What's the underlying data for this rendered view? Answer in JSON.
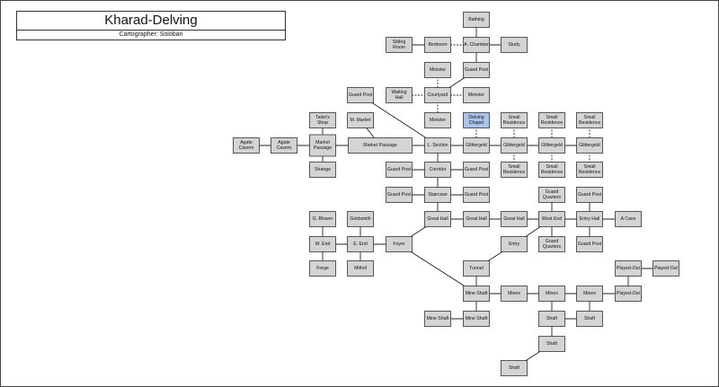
{
  "title": "Kharad-Delving",
  "subtitle": "Cartographer: Soloban",
  "colors": {
    "room": "#d4d4d4",
    "highlight": "#a8c4ec",
    "border": "#333333"
  },
  "nodes": [
    {
      "id": "bathing",
      "label": [
        "Bathing"
      ]
    },
    {
      "id": "sitting-room",
      "label": [
        "Sitting",
        "Room"
      ]
    },
    {
      "id": "bedroom",
      "label": [
        "Bedroom"
      ]
    },
    {
      "id": "a-chamber",
      "label": [
        "A. Chamber"
      ]
    },
    {
      "id": "study",
      "label": [
        "Study"
      ]
    },
    {
      "id": "minister-top",
      "label": [
        "Minister"
      ]
    },
    {
      "id": "guard-post-top",
      "label": [
        "Guard Post"
      ]
    },
    {
      "id": "guard-post-nw",
      "label": [
        "Guard Post"
      ]
    },
    {
      "id": "waiting-hall",
      "label": [
        "Waiting",
        "Hall"
      ]
    },
    {
      "id": "courtyard",
      "label": [
        "Courtyard"
      ]
    },
    {
      "id": "minister-right",
      "label": [
        "Minister"
      ]
    },
    {
      "id": "tailors-shop",
      "label": [
        "Tailor's",
        "Shop"
      ]
    },
    {
      "id": "m-market",
      "label": [
        "M. Market"
      ]
    },
    {
      "id": "minister-bottom",
      "label": [
        "Minister"
      ]
    },
    {
      "id": "delving-chapel",
      "label": [
        "Delving",
        "Chapel"
      ],
      "highlight": true
    },
    {
      "id": "small-res-1a",
      "label": [
        "Small",
        "Residence"
      ]
    },
    {
      "id": "small-res-2a",
      "label": [
        "Small",
        "Residence"
      ]
    },
    {
      "id": "small-res-3a",
      "label": [
        "Small",
        "Residence"
      ]
    },
    {
      "id": "agate-cavern-1",
      "label": [
        "Agate",
        "Cavern"
      ]
    },
    {
      "id": "agate-cavern-2",
      "label": [
        "Agate",
        "Cavern"
      ]
    },
    {
      "id": "market-passage-1",
      "label": [
        "Market",
        "Passage"
      ]
    },
    {
      "id": "market-passage-2",
      "label": [
        "Market Passage"
      ]
    },
    {
      "id": "l-section",
      "label": [
        "L. Section"
      ]
    },
    {
      "id": "glittergeld-1",
      "label": [
        "Glittergeld"
      ]
    },
    {
      "id": "glittergeld-2",
      "label": [
        "Glittergeld"
      ]
    },
    {
      "id": "glittergeld-3",
      "label": [
        "Glittergeld"
      ]
    },
    {
      "id": "glittergeld-4",
      "label": [
        "Glittergeld"
      ]
    },
    {
      "id": "strange",
      "label": [
        "Strange"
      ]
    },
    {
      "id": "guard-post-c1",
      "label": [
        "Guard Post"
      ]
    },
    {
      "id": "corridor",
      "label": [
        "Corridor"
      ]
    },
    {
      "id": "guard-post-c2",
      "label": [
        "Guard Post"
      ]
    },
    {
      "id": "small-res-1b",
      "label": [
        "Small",
        "Residence"
      ]
    },
    {
      "id": "small-res-2b",
      "label": [
        "Small",
        "Residence"
      ]
    },
    {
      "id": "small-res-3b",
      "label": [
        "Small",
        "Residence"
      ]
    },
    {
      "id": "guard-post-s1",
      "label": [
        "Guard Post"
      ]
    },
    {
      "id": "staircase",
      "label": [
        "Staircase"
      ]
    },
    {
      "id": "guard-post-s2",
      "label": [
        "Guard Post"
      ]
    },
    {
      "id": "guard-quarters-1",
      "label": [
        "Guard",
        "Quarters"
      ]
    },
    {
      "id": "guard-post-e1",
      "label": [
        "Guard Post"
      ]
    },
    {
      "id": "g-blower",
      "label": [
        "G. Blower"
      ]
    },
    {
      "id": "goldsmith",
      "label": [
        "Goldsmith"
      ]
    },
    {
      "id": "great-hall-1",
      "label": [
        "Great Hall"
      ]
    },
    {
      "id": "great-hall-2",
      "label": [
        "Great Hall"
      ]
    },
    {
      "id": "great-hall-3",
      "label": [
        "Great Hall"
      ]
    },
    {
      "id": "west-end",
      "label": [
        "West End"
      ]
    },
    {
      "id": "entry-hall",
      "label": [
        "Entry Hall"
      ]
    },
    {
      "id": "a-cave",
      "label": [
        "A Cave"
      ]
    },
    {
      "id": "w-end",
      "label": [
        "W. End"
      ]
    },
    {
      "id": "e-end",
      "label": [
        "E. End"
      ]
    },
    {
      "id": "foyer",
      "label": [
        "Foyer"
      ]
    },
    {
      "id": "entry",
      "label": [
        "Entry"
      ]
    },
    {
      "id": "guard-quarters-2",
      "label": [
        "Guard",
        "Quarters"
      ]
    },
    {
      "id": "guard-post-e2",
      "label": [
        "Guard Post"
      ]
    },
    {
      "id": "forge",
      "label": [
        "Forge"
      ]
    },
    {
      "id": "mithril",
      "label": [
        "Mithril"
      ]
    },
    {
      "id": "tunnel",
      "label": [
        "Tunnel"
      ]
    },
    {
      "id": "played-out-1",
      "label": [
        "Played-Out"
      ]
    },
    {
      "id": "played-out-2",
      "label": [
        "Played-Out"
      ]
    },
    {
      "id": "mine-shaft-1",
      "label": [
        "Mine Shaft"
      ]
    },
    {
      "id": "mines-1",
      "label": [
        "Mines"
      ]
    },
    {
      "id": "mines-2",
      "label": [
        "Mines"
      ]
    },
    {
      "id": "mines-3",
      "label": [
        "Mines"
      ]
    },
    {
      "id": "played-out-3",
      "label": [
        "Played-Out"
      ]
    },
    {
      "id": "mine-shaft-2",
      "label": [
        "Mine Shaft"
      ]
    },
    {
      "id": "mine-shaft-3",
      "label": [
        "Mine Shaft"
      ]
    },
    {
      "id": "shaft-1",
      "label": [
        "Shaft"
      ]
    },
    {
      "id": "shaft-2",
      "label": [
        "Shaft"
      ]
    },
    {
      "id": "shaft-3",
      "label": [
        "Shaft"
      ]
    },
    {
      "id": "shaft-4",
      "label": [
        "Shaft"
      ]
    }
  ],
  "edges": [
    {
      "from": "bathing",
      "to": "a-chamber"
    },
    {
      "from": "sitting-room",
      "to": "bedroom"
    },
    {
      "from": "bedroom",
      "to": "a-chamber",
      "style": "dashed"
    },
    {
      "from": "a-chamber",
      "to": "study"
    },
    {
      "from": "a-chamber",
      "to": "guard-post-top"
    },
    {
      "from": "minister-top",
      "to": "courtyard",
      "style": "dashed"
    },
    {
      "from": "guard-post-top",
      "to": "courtyard"
    },
    {
      "from": "waiting-hall",
      "to": "courtyard",
      "style": "dashed"
    },
    {
      "from": "courtyard",
      "to": "minister-right",
      "style": "dashed"
    },
    {
      "from": "courtyard",
      "to": "minister-bottom",
      "style": "dashed"
    },
    {
      "from": "guard-post-nw",
      "to": "l-section"
    },
    {
      "from": "delving-chapel",
      "to": "glittergeld-1",
      "style": "dashed"
    },
    {
      "from": "tailors-shop",
      "to": "market-passage-1"
    },
    {
      "from": "m-market",
      "to": "market-passage-2"
    },
    {
      "from": "agate-cavern-1",
      "to": "agate-cavern-2"
    },
    {
      "from": "agate-cavern-2",
      "to": "market-passage-1"
    },
    {
      "from": "market-passage-1",
      "to": "market-passage-2"
    },
    {
      "from": "market-passage-2",
      "to": "l-section"
    },
    {
      "from": "market-passage-1",
      "to": "strange"
    },
    {
      "from": "l-section",
      "to": "glittergeld-1"
    },
    {
      "from": "glittergeld-1",
      "to": "glittergeld-2"
    },
    {
      "from": "glittergeld-2",
      "to": "glittergeld-3"
    },
    {
      "from": "glittergeld-3",
      "to": "glittergeld-4"
    },
    {
      "from": "small-res-1a",
      "to": "glittergeld-2",
      "style": "dashed"
    },
    {
      "from": "small-res-2a",
      "to": "glittergeld-3",
      "style": "dashed"
    },
    {
      "from": "small-res-3a",
      "to": "glittergeld-4",
      "style": "dashed"
    },
    {
      "from": "glittergeld-2",
      "to": "small-res-1b",
      "style": "dashed"
    },
    {
      "from": "glittergeld-3",
      "to": "small-res-2b",
      "style": "dashed"
    },
    {
      "from": "glittergeld-4",
      "to": "small-res-3b",
      "style": "dashed"
    },
    {
      "from": "l-section",
      "to": "corridor"
    },
    {
      "from": "guard-post-c1",
      "to": "corridor"
    },
    {
      "from": "corridor",
      "to": "guard-post-c2"
    },
    {
      "from": "corridor",
      "to": "staircase"
    },
    {
      "from": "guard-post-s1",
      "to": "staircase"
    },
    {
      "from": "staircase",
      "to": "guard-post-s2"
    },
    {
      "from": "staircase",
      "to": "great-hall-1"
    },
    {
      "from": "great-hall-1",
      "to": "great-hall-2"
    },
    {
      "from": "great-hall-2",
      "to": "great-hall-3"
    },
    {
      "from": "great-hall-3",
      "to": "west-end"
    },
    {
      "from": "guard-quarters-1",
      "to": "west-end"
    },
    {
      "from": "west-end",
      "to": "guard-quarters-2"
    },
    {
      "from": "west-end",
      "to": "entry-hall"
    },
    {
      "from": "guard-post-e1",
      "to": "entry-hall"
    },
    {
      "from": "entry-hall",
      "to": "guard-post-e2"
    },
    {
      "from": "entry-hall",
      "to": "a-cave"
    },
    {
      "from": "west-end",
      "to": "entry"
    },
    {
      "from": "entry",
      "to": "tunnel"
    },
    {
      "from": "great-hall-1",
      "to": "foyer"
    },
    {
      "from": "g-blower",
      "to": "w-end"
    },
    {
      "from": "goldsmith",
      "to": "e-end"
    },
    {
      "from": "w-end",
      "to": "e-end"
    },
    {
      "from": "e-end",
      "to": "foyer"
    },
    {
      "from": "w-end",
      "to": "forge"
    },
    {
      "from": "e-end",
      "to": "mithril"
    },
    {
      "from": "foyer",
      "to": "mine-shaft-1"
    },
    {
      "from": "tunnel",
      "to": "mine-shaft-1"
    },
    {
      "from": "mine-shaft-1",
      "to": "mines-1"
    },
    {
      "from": "mines-1",
      "to": "mines-2"
    },
    {
      "from": "mines-2",
      "to": "mines-3"
    },
    {
      "from": "mines-3",
      "to": "played-out-3"
    },
    {
      "from": "played-out-1",
      "to": "played-out-2"
    },
    {
      "from": "played-out-1",
      "to": "played-out-3"
    },
    {
      "from": "mine-shaft-1",
      "to": "mine-shaft-3"
    },
    {
      "from": "mine-shaft-2",
      "to": "mine-shaft-3"
    },
    {
      "from": "mines-2",
      "to": "shaft-1"
    },
    {
      "from": "mines-3",
      "to": "shaft-2"
    },
    {
      "from": "shaft-1",
      "to": "shaft-2"
    },
    {
      "from": "shaft-1",
      "to": "shaft-3"
    },
    {
      "from": "shaft-3",
      "to": "shaft-4"
    }
  ]
}
